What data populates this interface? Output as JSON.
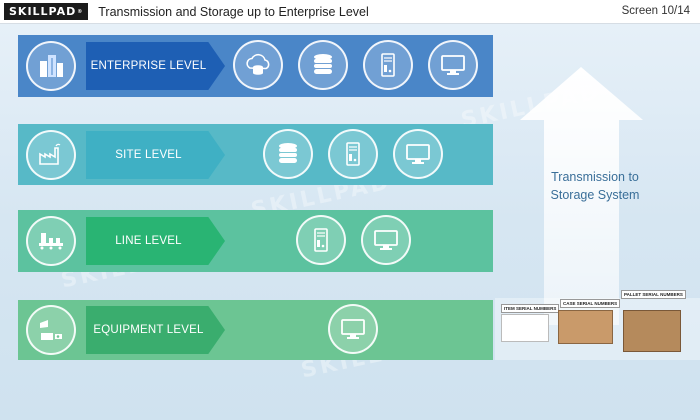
{
  "header": {
    "logo_text": "SKILLPAD",
    "logo_mark": "®",
    "title": "Transmission and Storage up to Enterprise Level",
    "screen": "Screen 10/14"
  },
  "levels": [
    {
      "label": "ENTERPRISE LEVEL",
      "lead_icon": "office-buildings-icon",
      "icons": [
        "cloud-database-icon",
        "database-icon",
        "server-icon",
        "monitor-icon"
      ]
    },
    {
      "label": "SITE LEVEL",
      "lead_icon": "factory-icon",
      "icons": [
        "database-icon",
        "server-icon",
        "monitor-icon"
      ]
    },
    {
      "label": "LINE LEVEL",
      "lead_icon": "conveyor-line-icon",
      "icons": [
        "server-icon",
        "monitor-icon"
      ]
    },
    {
      "label": "EQUIPMENT LEVEL",
      "lead_icon": "scanner-equipment-icon",
      "icons": [
        "monitor-icon"
      ]
    }
  ],
  "arrow": {
    "line1": "Transmission to",
    "line2": "Storage System"
  },
  "packaging": {
    "item_label": "ITEM SERIAL NUMBERS",
    "case_label": "CASE SERIAL NUMBERS",
    "pallet_label": "PALLET SERIAL NUMBERS"
  },
  "colors": {
    "enterprise": "#4a86c8",
    "site": "#57b9c7",
    "line": "#5cc29f",
    "equipment": "#6cc593",
    "arrow": "#ffffff"
  }
}
